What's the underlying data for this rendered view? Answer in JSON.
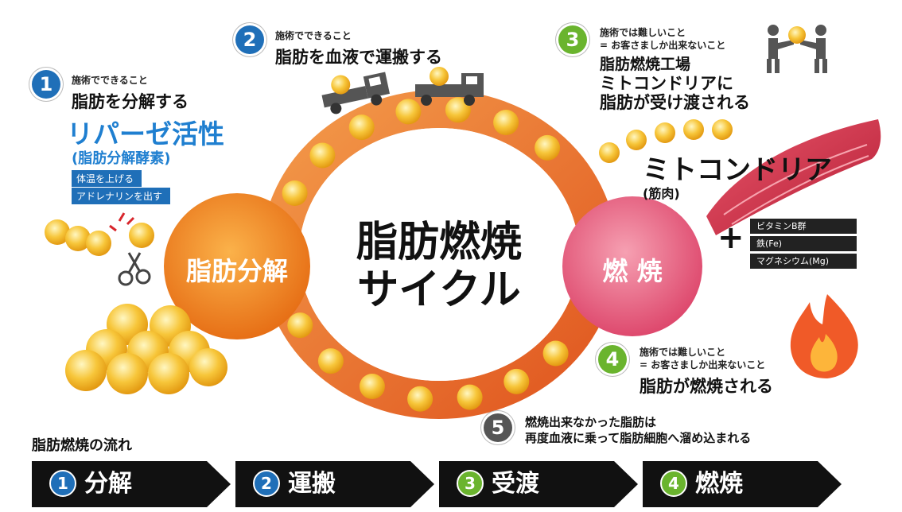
{
  "colors": {
    "blue": "#1f6fb8",
    "green": "#6ab42e",
    "gray": "#555555",
    "orange": "#ee7a1a",
    "pink": "#e2557a",
    "arrow": "#111111",
    "ball": "#f7c63a"
  },
  "center": {
    "line1": "脂肪燃焼",
    "line2": "サイクル"
  },
  "left_node": {
    "label": "脂肪分解"
  },
  "right_node": {
    "label": "燃 焼"
  },
  "step1": {
    "num": "1",
    "small": "施術でできること",
    "title": "脂肪を分解する",
    "highlight": "リパーゼ活性",
    "sub": "(脂肪分解酵素)",
    "tags": [
      "体温を上げる",
      "アドレナリンを出す"
    ]
  },
  "step2": {
    "num": "2",
    "small": "施術でできること",
    "title": "脂肪を血液で運搬する"
  },
  "step3": {
    "num": "3",
    "small1": "施術では難しいこと",
    "small2": "= お客さましか出来ないこと",
    "line1": "脂肪燃焼工場",
    "line2": "ミトコンドリアに",
    "line3": "脂肪が受け渡される"
  },
  "mito": {
    "title": "ミトコンドリア",
    "sub": "(筋肉)"
  },
  "nutrients": {
    "plus": "+",
    "items": [
      "ビタミンB群",
      "鉄(Fe)",
      "マグネシウム(Mg)"
    ]
  },
  "step4": {
    "num": "4",
    "small1": "施術では難しいこと",
    "small2": "= お客さましか出来ないこと",
    "title": "脂肪が燃焼される"
  },
  "step5": {
    "num": "5",
    "line1": "燃焼出来なかった脂肪は",
    "line2": "再度血液に乗って脂肪細胞へ溜め込まれる"
  },
  "flow": {
    "title": "脂肪燃焼の流れ",
    "steps": [
      {
        "num": "1",
        "label": "分解"
      },
      {
        "num": "2",
        "label": "運搬"
      },
      {
        "num": "3",
        "label": "受渡"
      },
      {
        "num": "4",
        "label": "燃焼"
      }
    ]
  },
  "icons": {
    "trucks": "truck-icon",
    "scissors": "scissors-icon",
    "handover": "people-handover-icon",
    "muscle": "muscle-icon",
    "flame": "flame-icon"
  }
}
